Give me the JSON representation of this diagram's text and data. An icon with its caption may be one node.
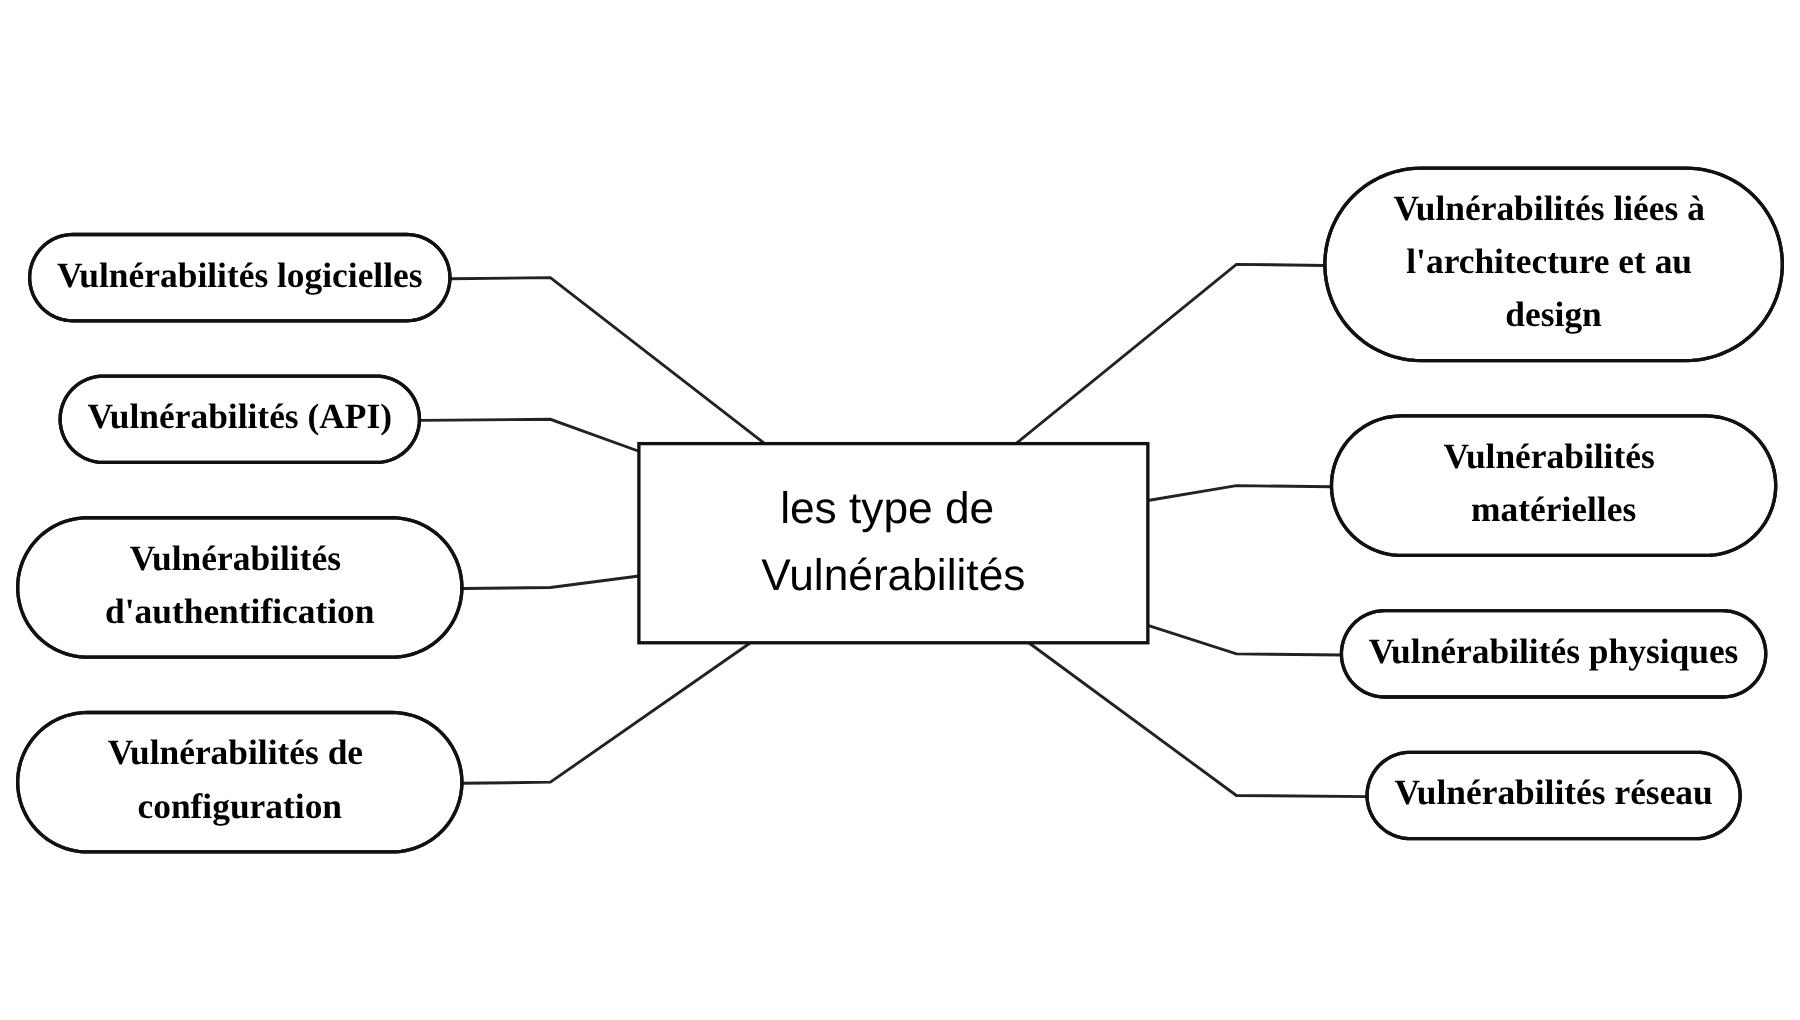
{
  "diagram": {
    "nodes": [
      {
        "text": [
          "Vulnérabilités logicielles"
        ]
      },
      {
        "text": [
          "Vulnérabilités (API)"
        ]
      },
      {
        "text": [
          "Vulnérabilités liées à l'architecture et au design"
        ]
      },
      {
        "text": [
          "Vulnérabilités d'authentification"
        ]
      },
      {
        "text": [
          "les type de Vulnérabilités"
        ]
      },
      {
        "text": [
          "Vulnérabilités matérielles"
        ]
      },
      {
        "text": [
          "Vulnérabilités de configuration"
        ]
      },
      {
        "text": [
          "Vulnérabilités physiques"
        ]
      },
      {
        "text": [
          "Vulnérabilités réseau"
        ]
      }
    ],
    "edges": [
      {
        "from": 0,
        "to": 4,
        "arrow": "none"
      },
      {
        "from": 1,
        "to": 4,
        "arrow": "none"
      },
      {
        "from": 4,
        "to": 2,
        "arrow": "none"
      },
      {
        "from": 3,
        "to": 4,
        "arrow": "none"
      },
      {
        "from": 4,
        "to": 5,
        "arrow": "none"
      },
      {
        "from": 6,
        "to": 4,
        "arrow": "none"
      },
      {
        "from": 4,
        "to": 7,
        "arrow": "none"
      },
      {
        "from": 4,
        "to": 8,
        "arrow": "none"
      }
    ]
  }
}
